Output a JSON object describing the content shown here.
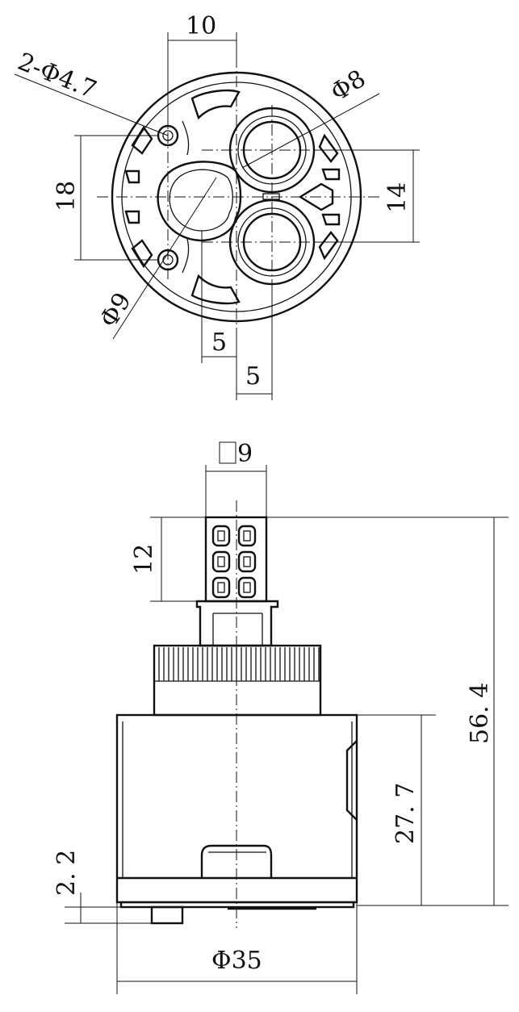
{
  "top_view": {
    "dim_hole_spacing": "10",
    "dim_mount_holes": "2-Φ4.7",
    "dim_port": "Φ8",
    "dim_vertical_holes": "18",
    "dim_port_spacing": "14",
    "dim_center_port": "Φ9",
    "dim_offset_a": "5",
    "dim_offset_b": "5"
  },
  "side_view": {
    "dim_stem_square": "9",
    "dim_spline_length": "12",
    "dim_total_height": "56. 4",
    "dim_body_height": "27. 7",
    "dim_base_step": "2. 2",
    "dim_body_diameter": "Φ35"
  }
}
